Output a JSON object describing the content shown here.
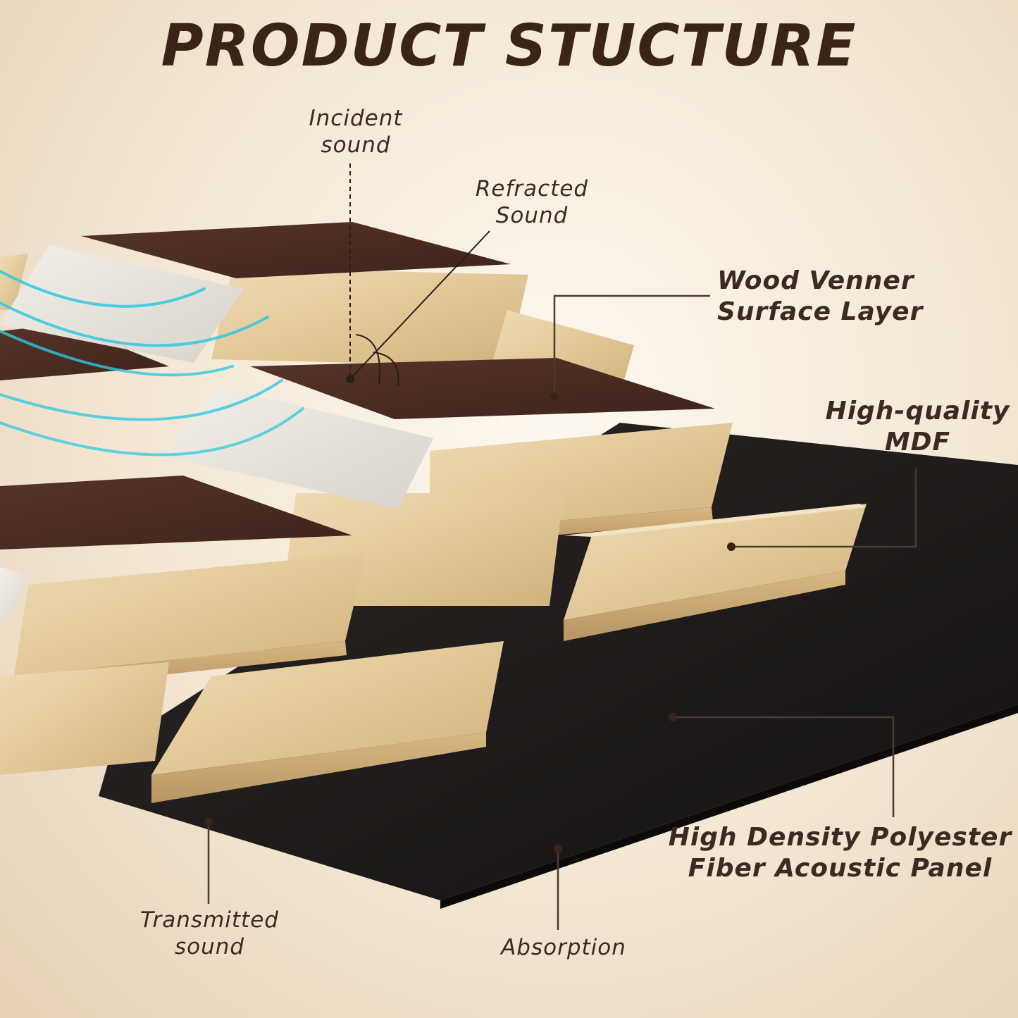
{
  "title": "PRODUCT STUCTURE",
  "labels": {
    "incident": [
      "Incident",
      "sound"
    ],
    "refracted": [
      "Refracted",
      "Sound"
    ],
    "wood_veneer": [
      "Wood Venner",
      "Surface Layer"
    ],
    "mdf": [
      "High-quality",
      "MDF"
    ],
    "polyester": [
      "High Density Polyester",
      "Fiber Acoustic Panel"
    ],
    "transmitted": [
      "Transmitted",
      "sound"
    ],
    "absorption": [
      "Absorption"
    ]
  },
  "colors": {
    "title": "#3a2418",
    "label_text": "#3a2a22",
    "callout_line": "#4a3a30",
    "dark_veneer": "#4a2c22",
    "light_veneer": "#e6e2da",
    "mdf_light": "#e8d3a8",
    "mdf_dark": "#c9ab78",
    "felt_panel": "#1d1a18",
    "sound_wave": "#2ec8e0"
  }
}
